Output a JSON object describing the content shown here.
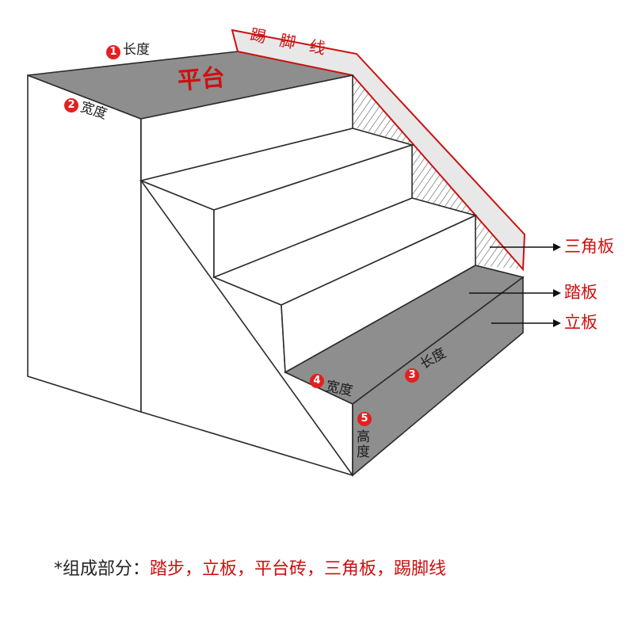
{
  "labels": {
    "platform": "平台",
    "skirting": "踢脚线",
    "platform_length": {
      "num": "1",
      "text": "长度"
    },
    "platform_width": {
      "num": "2",
      "text": "宽度"
    },
    "step_length": {
      "num": "3",
      "text": "长度"
    },
    "step_width": {
      "num": "4",
      "text": "宽度"
    },
    "step_height": {
      "num": "5",
      "text": "高度"
    },
    "triangle_board": "三角板",
    "tread": "踏板",
    "riser": "立板"
  },
  "caption": {
    "lead": "*组成部分：",
    "parts": "踏步，立板，平台砖，三角板，踢脚线"
  },
  "colors": {
    "badge": "#e32020",
    "label_red": "#cc1111",
    "surface_gray": "#8e8e8e",
    "edge": "#2b2b2b",
    "hatch": "#555555"
  }
}
